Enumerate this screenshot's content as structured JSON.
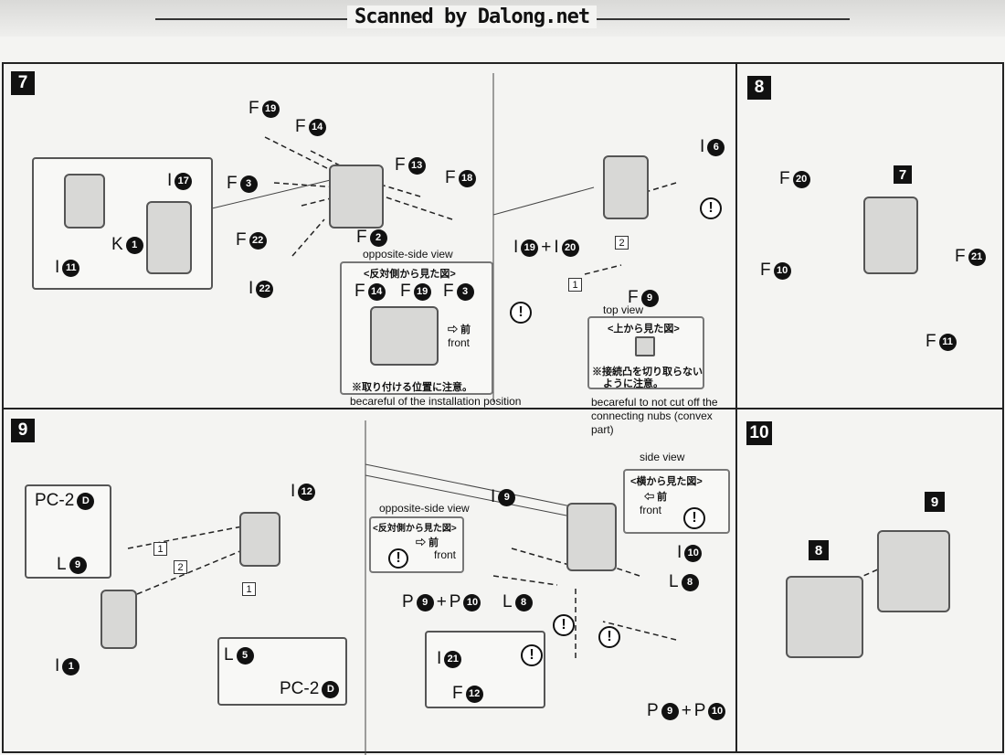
{
  "header": {
    "title": "Scanned by Dalong.net"
  },
  "step7": {
    "number": "7",
    "labels": {
      "f19": [
        "F",
        "19"
      ],
      "f14": [
        "F",
        "14"
      ],
      "f3": [
        "F",
        "3"
      ],
      "f13": [
        "F",
        "13"
      ],
      "f18": [
        "F",
        "18"
      ],
      "i17": [
        "I",
        "17"
      ],
      "k1": [
        "K",
        "1"
      ],
      "i11": [
        "I",
        "11"
      ],
      "f22": [
        "F",
        "22"
      ],
      "f2": [
        "F",
        "2"
      ],
      "i22": [
        "I",
        "22"
      ],
      "i6": [
        "I",
        "6"
      ],
      "i19": [
        "I",
        "19"
      ],
      "plus": "+",
      "i20": [
        "I",
        "20"
      ],
      "f9": [
        "F",
        "9"
      ]
    },
    "sub_steps": [
      "1",
      "2"
    ],
    "opposite_view": {
      "caption": "opposite-side view",
      "title": "<反対側から見た図>",
      "labels": [
        [
          "F",
          "14"
        ],
        [
          "F",
          "19"
        ],
        [
          "F",
          "3"
        ]
      ],
      "arrow": "⇨ 前",
      "front": "front",
      "note": "※取り付ける位置に注意。",
      "translation": "becareful of the installation position"
    },
    "top_view": {
      "caption": "top view",
      "title": "<上から見た図>",
      "note1": "※接続凸を切り取らない",
      "note2": "ように注意。",
      "translation": "becareful to not cut off the connecting nubs (convex part)"
    },
    "warning": "!"
  },
  "step8": {
    "number": "8",
    "ref_step": "7",
    "labels": {
      "f20": [
        "F",
        "20"
      ],
      "f10": [
        "F",
        "10"
      ],
      "f21": [
        "F",
        "21"
      ],
      "f11": [
        "F",
        "11"
      ]
    }
  },
  "step9": {
    "number": "9",
    "labels": {
      "pc2d_a": [
        "PC-2",
        "D"
      ],
      "l9": [
        "L",
        "9"
      ],
      "i12": [
        "I",
        "12"
      ],
      "i1": [
        "I",
        "1"
      ],
      "l5": [
        "L",
        "5"
      ],
      "pc2d_b": [
        "PC-2",
        "D"
      ],
      "i9": [
        "I",
        "9"
      ],
      "i10": [
        "I",
        "10"
      ],
      "l8a": [
        "L",
        "8"
      ],
      "l8b": [
        "L",
        "8"
      ],
      "p9a": [
        "P",
        "9"
      ],
      "p10a": [
        "P",
        "10"
      ],
      "p9b": [
        "P",
        "9"
      ],
      "p10b": [
        "P",
        "10"
      ],
      "i21": [
        "I",
        "21"
      ],
      "f12": [
        "F",
        "12"
      ],
      "plus": "+"
    },
    "sub_steps": [
      "1",
      "2",
      "1"
    ],
    "opposite_view": {
      "caption": "opposite-side view",
      "title": "<反対側から見た図>",
      "arrow": "⇨ 前",
      "front": "front"
    },
    "side_view": {
      "caption": "side view",
      "title": "<横から見た図>",
      "arrow": "⇦ 前",
      "front": "front"
    }
  },
  "step10": {
    "number": "10",
    "refs": [
      "9",
      "8"
    ]
  }
}
